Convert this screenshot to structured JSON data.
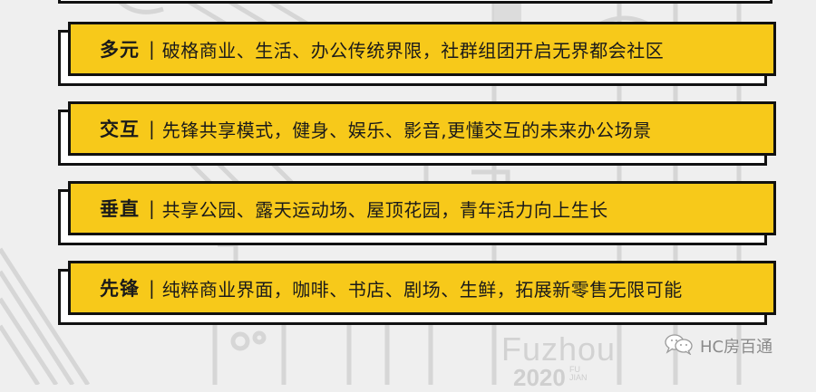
{
  "cards": [
    {
      "title": "多元",
      "separator": "|",
      "description": "破格商业、生活、办公传统界限，社群组团开启无界都会社区"
    },
    {
      "title": "交互",
      "separator": "|",
      "description": "先锋共享模式，健身、娱乐、影音,更懂交互的未来办公场景"
    },
    {
      "title": "垂直",
      "separator": "|",
      "description": "共享公园、露天运动场、屋顶花园，青年活力向上生长"
    },
    {
      "title": "先锋",
      "separator": "|",
      "description": "纯粹商业界面，咖啡、书店、剧场、生鲜，拓展新零售无限可能"
    }
  ],
  "background": {
    "city_text": "Fuzhou",
    "year_text": "2020",
    "region_text_1": "FU",
    "region_text_2": "JIAN"
  },
  "watermark": {
    "icon": "wechat-icon",
    "text": "HC房百通"
  },
  "colors": {
    "card_yellow": "#f7c91a",
    "border": "#111111",
    "background": "#efefef",
    "line_art": "#d4d4d4"
  }
}
